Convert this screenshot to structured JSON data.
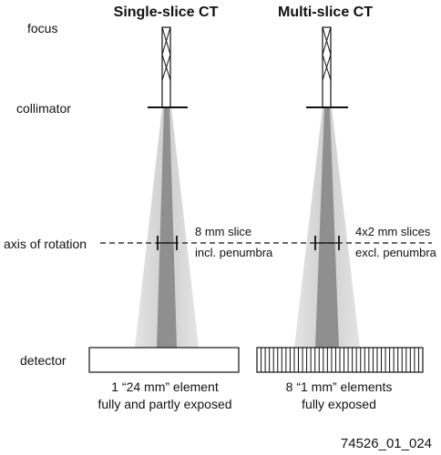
{
  "titles": {
    "single": "Single-slice CT",
    "multi": "Multi-slice CT"
  },
  "row_labels": {
    "focus": "focus",
    "collimator": "collimator",
    "axis": "axis of rotation",
    "detector": "detector"
  },
  "single": {
    "slice_line1": "8 mm slice",
    "slice_line2": "incl. penumbra",
    "caption_line1": "1 “24 mm” element",
    "caption_line2": "fully and partly exposed"
  },
  "multi": {
    "slice_line1": "4x2 mm slices",
    "slice_line2": "excl. penumbra",
    "caption_line1": "8 “1 mm” elements",
    "caption_line2": "fully exposed"
  },
  "figure_id": "74526_01_024",
  "colors": {
    "outer_beam": "#d4d4d4",
    "inner_beam": "#8f8f8f",
    "line": "#111111"
  }
}
